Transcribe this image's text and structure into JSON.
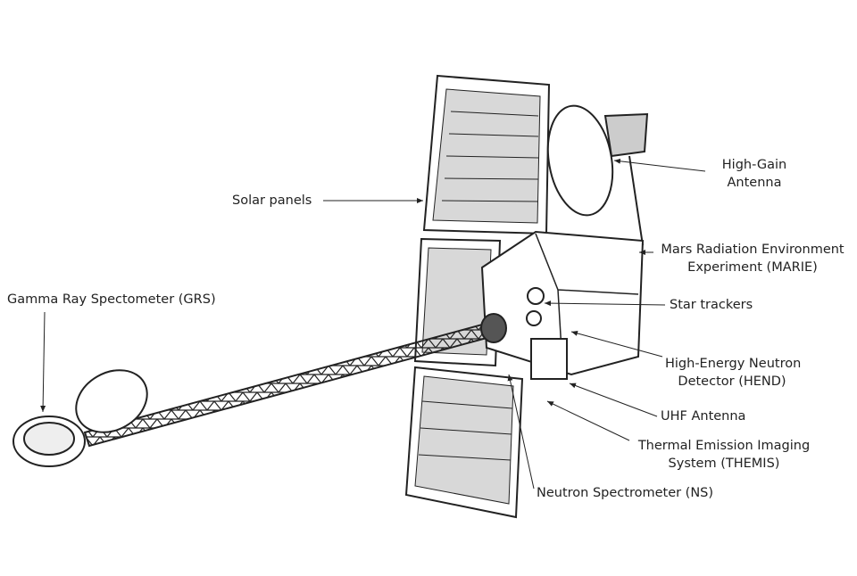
{
  "title": "Mars Odyssey spacecraft diagram",
  "labels": {
    "solar_panels": "Solar panels",
    "high_gain_1": "High-Gain",
    "high_gain_2": "Antenna",
    "marie_1": "Mars Radiation Environment",
    "marie_2": "Experiment (MARIE)",
    "star_trackers": "Star trackers",
    "grs": "Gamma Ray Spectometer (GRS)",
    "hend_1": "High-Energy Neutron",
    "hend_2": "Detector (HEND)",
    "uhf": "UHF Antenna",
    "themis_1": "Thermal Emission Imaging",
    "themis_2": "System (THEMIS)",
    "ns": "Neutron Spectrometer (NS)"
  },
  "colors": {
    "line": "#222222",
    "panel": "#d8d8d8"
  }
}
